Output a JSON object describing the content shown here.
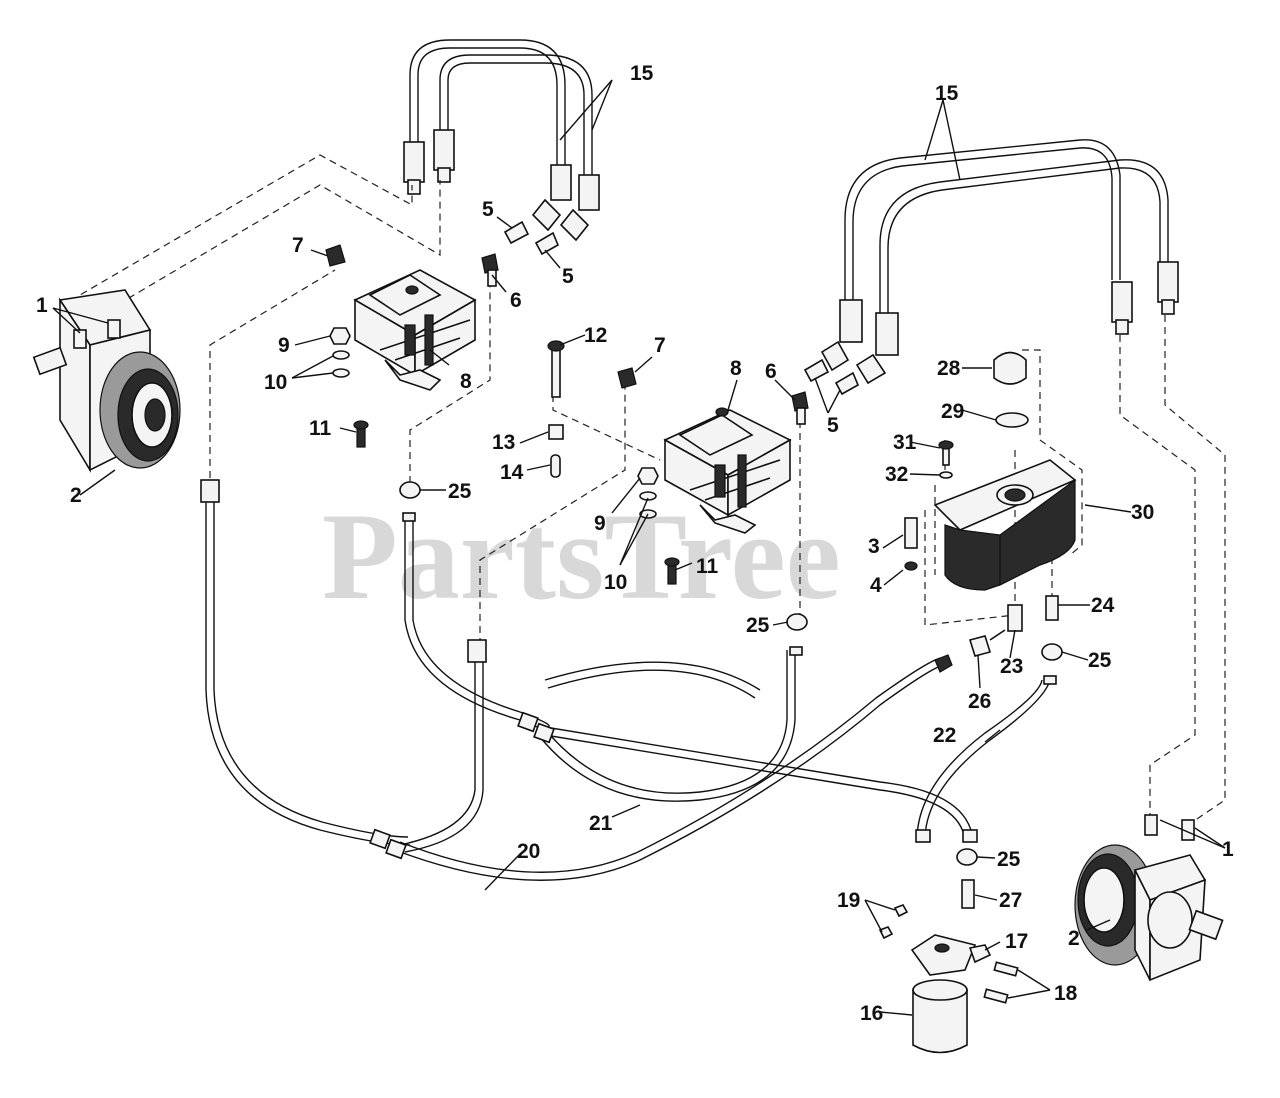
{
  "watermark": "PartsTree",
  "callouts": {
    "c1a": "1",
    "c1b": "1",
    "c2a": "2",
    "c2b": "2",
    "c3": "3",
    "c4": "4",
    "c5a": "5",
    "c5b": "5",
    "c5c": "5",
    "c6a": "6",
    "c6b": "6",
    "c7a": "7",
    "c7b": "7",
    "c8a": "8",
    "c8b": "8",
    "c9a": "9",
    "c9b": "9",
    "c10a": "10",
    "c10b": "10",
    "c11a": "11",
    "c11b": "11",
    "c12": "12",
    "c13": "13",
    "c14": "14",
    "c15a": "15",
    "c15b": "15",
    "c16": "16",
    "c17": "17",
    "c18": "18",
    "c19": "19",
    "c20": "20",
    "c21": "21",
    "c22": "22",
    "c23": "23",
    "c24": "24",
    "c25a": "25",
    "c25b": "25",
    "c25c": "25",
    "c25d": "25",
    "c26": "26",
    "c27": "27",
    "c28": "28",
    "c29": "29",
    "c30": "30",
    "c31": "31",
    "c32": "32"
  }
}
